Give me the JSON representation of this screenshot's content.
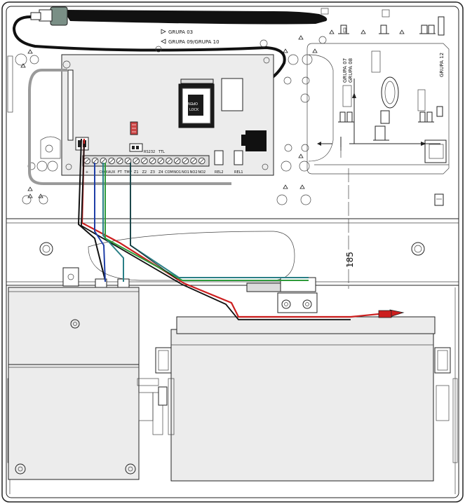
{
  "labels": {
    "group_03": "GRUPA 03",
    "group_09_10": "GRUPA 09/GRUPA 10",
    "group_07": "GRUPA 07",
    "group_08": "GRUPA 08",
    "group_12": "GRUPA 12",
    "dimension": "185",
    "rs232": "RS232",
    "ttl": "TTL",
    "rel2": "REL2",
    "rel1": "REL1",
    "sim_open": "OPEN",
    "sim_lock": "LOCK"
  },
  "terminals": [
    "+",
    "-",
    "COM",
    "AUX",
    "FT",
    "TMP",
    "Z1",
    "Z2",
    "Z3",
    "Z4",
    "COM",
    "NO1",
    "NO1",
    "NO2",
    "NO2"
  ],
  "wire_colors": {
    "red": "#cc1f1f",
    "black": "#111111",
    "blue": "#1f3fa8",
    "green": "#2e9b3a",
    "teal": "#2a7f86",
    "gray_cable": "#9a9a9a",
    "antenna": "#111111"
  }
}
